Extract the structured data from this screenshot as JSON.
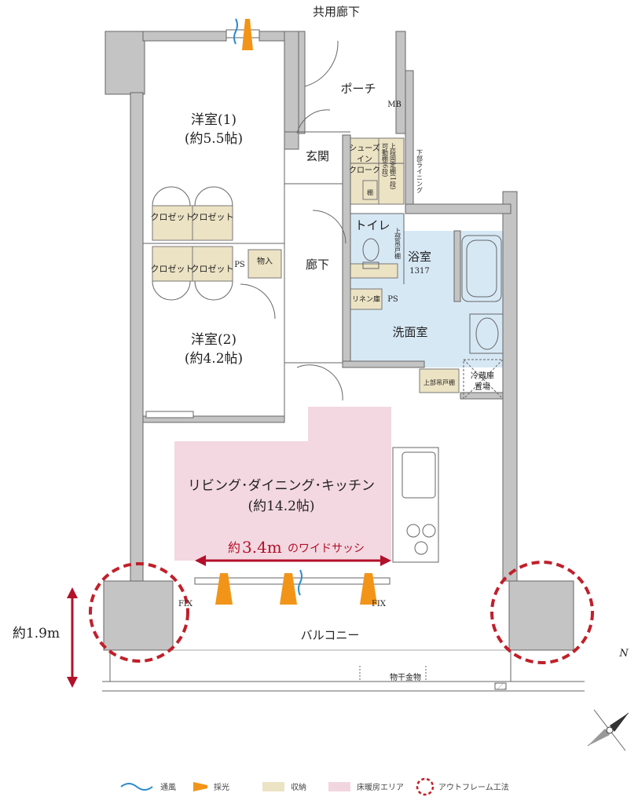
{
  "labels": {
    "corridor_common": "共用廊下",
    "porch": "ポーチ",
    "mb": "MB",
    "entrance": "玄関",
    "shoes_in_closet_1": "シューズ",
    "shoes_in_closet_2": "イン",
    "shoes_in_closet_3": "クローク",
    "shelf_fixed": "上段固定棚(1段)",
    "shelf_movable": "可動棚(6段)",
    "shelf_small": "棚",
    "lower_lining": "下部ライニング",
    "western_room_1": "洋室(1)",
    "western_room_1_size": "(約5.5帖)",
    "closet_a": "クロゼット",
    "closet_b": "クロゼット",
    "closet_c": "クロゼット",
    "closet_d": "クロゼット",
    "ps_left": "PS",
    "storage": "物入",
    "hallway": "廊下",
    "toilet": "トイレ",
    "upper_cabinet_toilet": "上部吊戸棚",
    "bathroom": "浴室",
    "bathroom_size": "1317",
    "linen": "リネン庫",
    "ps_right": "PS",
    "washroom": "洗面室",
    "upper_cabinet_wash": "上部吊戸棚",
    "fridge_1": "冷蔵庫",
    "fridge_2": "置場",
    "western_room_2": "洋室(2)",
    "western_room_2_size": "(約4.2帖)",
    "ldk": "リビング･ダイニング･キッチン",
    "ldk_size": "(約14.2帖)",
    "wide_sash_prefix": "約",
    "wide_sash_value": "3.4m",
    "wide_sash_suffix": "のワイドサッシ",
    "fix_left": "FIX",
    "fix_right": "FIX",
    "balcony": "バルコニー",
    "balcony_depth": "約1.9m",
    "laundry_hanger": "物干金物",
    "north": "N"
  },
  "legend": [
    {
      "icon": "airflow-icon",
      "label": "通風"
    },
    {
      "icon": "daylight-icon",
      "label": "採光"
    },
    {
      "icon": "storage-swatch-icon",
      "label": "収納"
    },
    {
      "icon": "floor-heating-swatch-icon",
      "label": "床暖房エリア"
    },
    {
      "icon": "outframe-icon",
      "label": "アウトフレーム工法"
    }
  ],
  "colors": {
    "wall": "#c4c4c4",
    "storage": "#ece3c4",
    "floor_heating": "#f2d6df",
    "wet_area": "#d7e8f5",
    "daylight": "#f29418",
    "airflow": "#2c8ccd",
    "outframe": "#c0202a",
    "line": "#555555"
  }
}
